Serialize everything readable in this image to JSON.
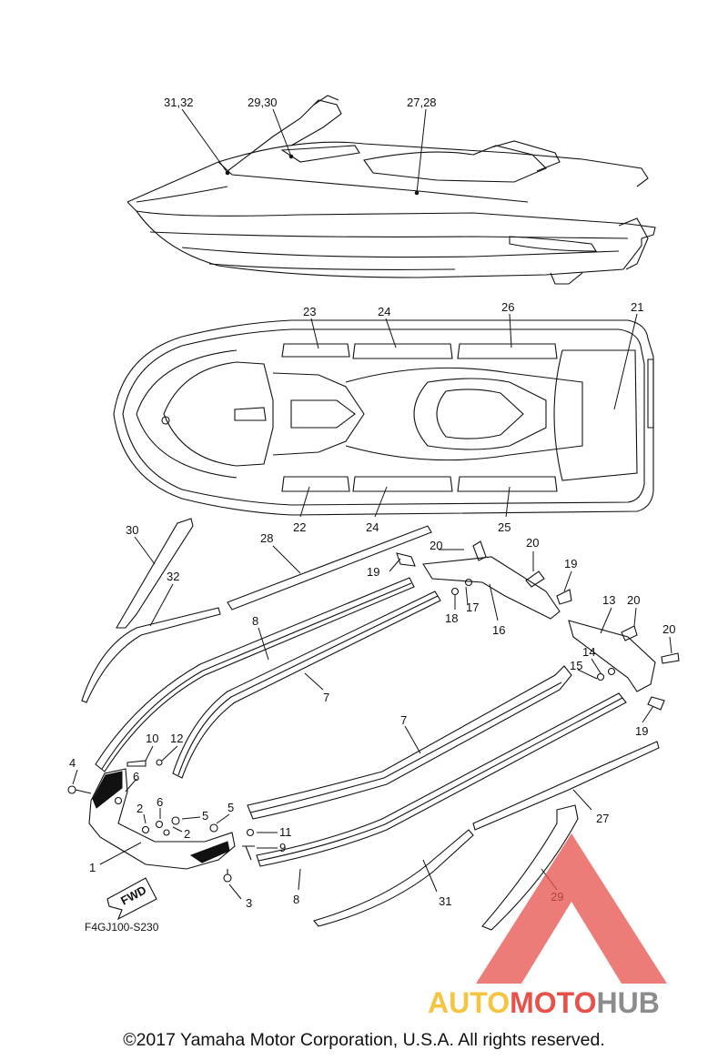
{
  "diagram": {
    "figure_code": "F4GJ100-S230",
    "fwd_label": "FWD",
    "callouts": {
      "c1": "1",
      "c2a": "2",
      "c2b": "2",
      "c3": "3",
      "c4": "4",
      "c5a": "5",
      "c5b": "5",
      "c6a": "6",
      "c6b": "6",
      "c7a": "7",
      "c7b": "7",
      "c8a": "8",
      "c8b": "8",
      "c9": "9",
      "c10": "10",
      "c11": "11",
      "c12": "12",
      "c13": "13",
      "c14": "14",
      "c15": "15",
      "c16": "16",
      "c17": "17",
      "c18": "18",
      "c19a": "19",
      "c19b": "19",
      "c19c": "19",
      "c20a": "20",
      "c20b": "20",
      "c20c": "20",
      "c20d": "20",
      "c21": "21",
      "c22": "22",
      "c23": "23",
      "c24a": "24",
      "c24b": "24",
      "c25": "25",
      "c26": "26",
      "c27": "27",
      "c28": "28",
      "c29": "29",
      "c30": "30",
      "c31": "31",
      "c32": "32",
      "c3132": "31,32",
      "c2930": "29,30",
      "c2728": "27,28"
    }
  },
  "watermark": {
    "brand_auto": "AUTO",
    "brand_moto": "MOTO",
    "brand_hub": "HUB",
    "colors": {
      "auto": "#f5c542",
      "moto": "#e8504a",
      "hub": "#8c8c8c",
      "triangle": "#e8504a"
    }
  },
  "footer": {
    "copyright": "©2017 Yamaha Motor Corporation, U.S.A. All rights reserved."
  }
}
